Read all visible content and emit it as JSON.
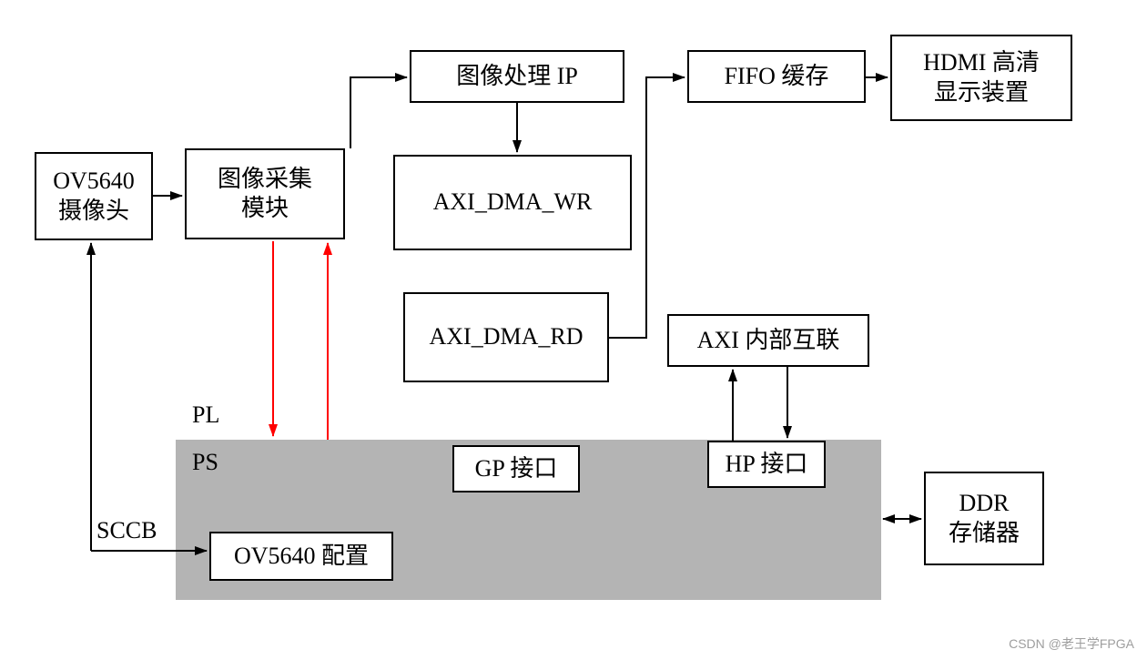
{
  "diagram": {
    "nodes": {
      "camera": {
        "line1": "OV5640",
        "line2": "摄像头"
      },
      "capture": {
        "line1": "图像采集",
        "line2": "模块"
      },
      "ip": {
        "label": "图像处理 IP"
      },
      "fifo": {
        "label": "FIFO 缓存"
      },
      "hdmi": {
        "line1": "HDMI 高清",
        "line2": "显示装置"
      },
      "dma_wr": {
        "label": "AXI_DMA_WR"
      },
      "dma_rd": {
        "label": "AXI_DMA_RD"
      },
      "axi_ic": {
        "label": "AXI 内部互联"
      },
      "gp": {
        "label": "GP 接口"
      },
      "hp": {
        "label": "HP 接口"
      },
      "ov_cfg": {
        "label": "OV5640 配置"
      },
      "ddr": {
        "line1": "DDR",
        "line2": "存储器"
      }
    },
    "labels": {
      "pl": "PL",
      "ps": "PS",
      "sccb": "SCCB"
    },
    "colors": {
      "line": "#000000",
      "highlight": "#ff0000",
      "ps_region": "#b4b4b4",
      "box_border": "#000000"
    }
  },
  "watermark": "CSDN @老王学FPGA"
}
